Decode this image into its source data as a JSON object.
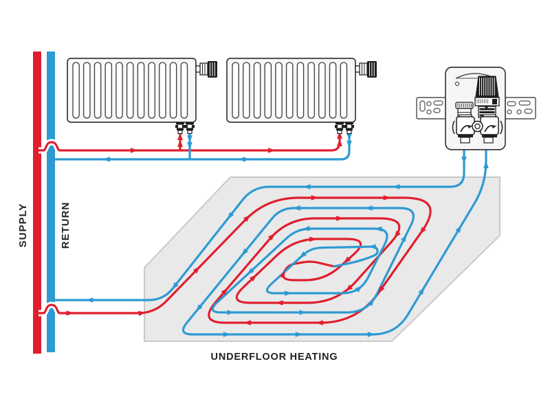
{
  "diagram": {
    "labels": {
      "supply": "SUPPLY",
      "return": "RETURN",
      "underfloor_heating": "UNDERFLOOR HEATING"
    },
    "colors": {
      "supply_red": "#e01f2e",
      "return_blue": "#2d9ad3",
      "outline_dark": "#3a3a3a",
      "glyph_dark": "#1e1e1e",
      "floor_fill": "#e9e9ea",
      "floor_stroke": "#c9c9cb",
      "label_text": "#222222",
      "background": "#ffffff"
    },
    "radiators": [
      {
        "name": "radiator-1",
        "slats": 11
      },
      {
        "name": "radiator-2",
        "slats": 11
      }
    ],
    "valve_unit": {
      "name": "underfloor-heating-control-valve-box",
      "icons": [
        "thermostatic-head-icon",
        "valve-body-icon",
        "mounting-bracket-icon",
        "union-nut-icon"
      ]
    },
    "pipes": {
      "supply_riser": "supply-riser-pipe",
      "return_riser": "return-riser-pipe"
    }
  }
}
